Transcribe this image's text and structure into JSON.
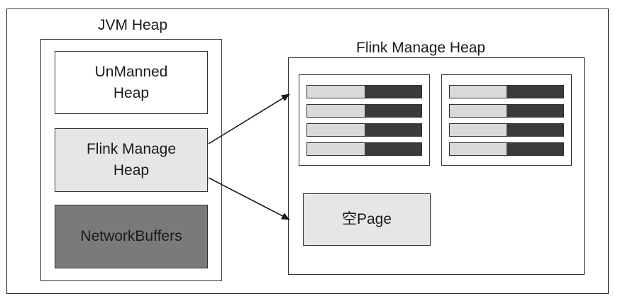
{
  "jvm_heap": {
    "title": "JVM Heap",
    "unmanned_heap": "UnManned\nHeap",
    "flink_manage_heap": "Flink Manage\nHeap",
    "network_buffers": "NetworkBuffers"
  },
  "flink_manage_heap_region": {
    "title": "Flink Manage Heap",
    "empty_page": "空Page",
    "segment_groups": [
      {
        "segments": 4,
        "used_fraction": 0.5
      },
      {
        "segments": 4,
        "used_fraction": 0.5
      }
    ]
  },
  "colors": {
    "border": "#333333",
    "light_fill": "#e6e6e6",
    "segment_free": "#d9d9d9",
    "segment_used": "#3b3b3b",
    "network_fill": "#7a7a7a"
  }
}
